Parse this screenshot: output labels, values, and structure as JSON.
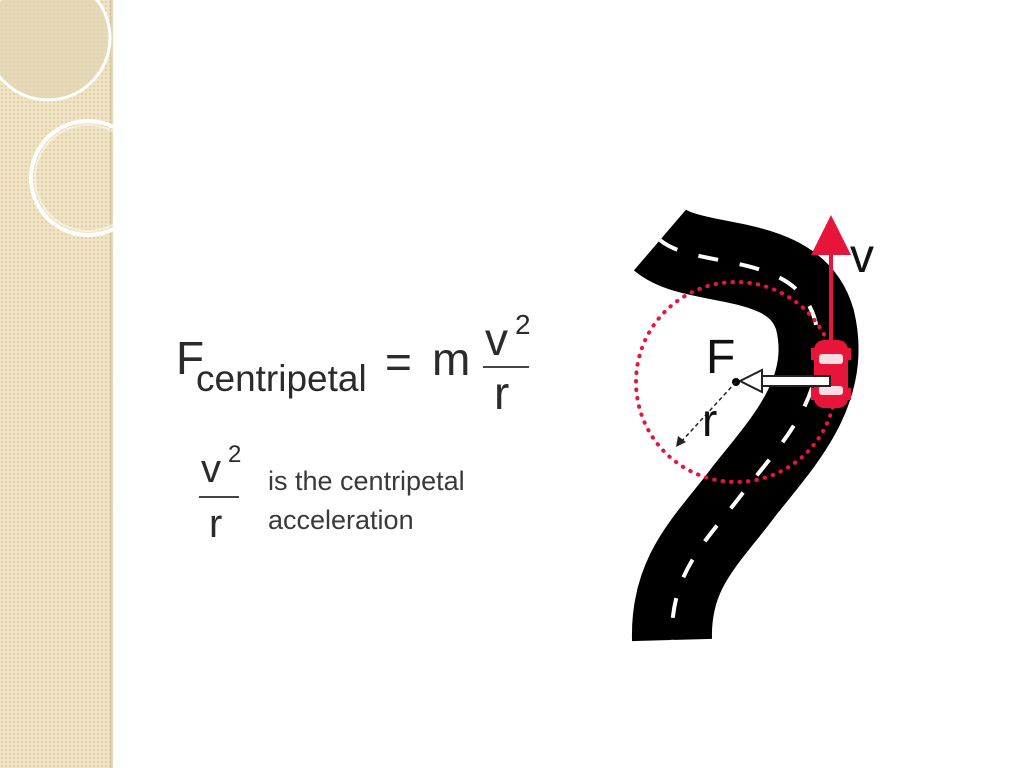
{
  "formula": {
    "F": "F",
    "subscript": "centripetal",
    "equals": "=",
    "m": "m",
    "numerator": "v",
    "exponent": "2",
    "denominator": "r"
  },
  "explanation": {
    "numerator": "v",
    "exponent": "2",
    "denominator": "r",
    "text_line1": "is the centripetal",
    "text_line2": "acceleration"
  },
  "diagram": {
    "velocity_label": "v",
    "force_label": "F",
    "radius_label": "r",
    "road_color": "#000000",
    "car_color": "#e8153a",
    "circle_color": "#e8153a",
    "lane_marking_color": "#ffffff"
  },
  "theme": {
    "sidebar_color": "#efe3c4"
  }
}
